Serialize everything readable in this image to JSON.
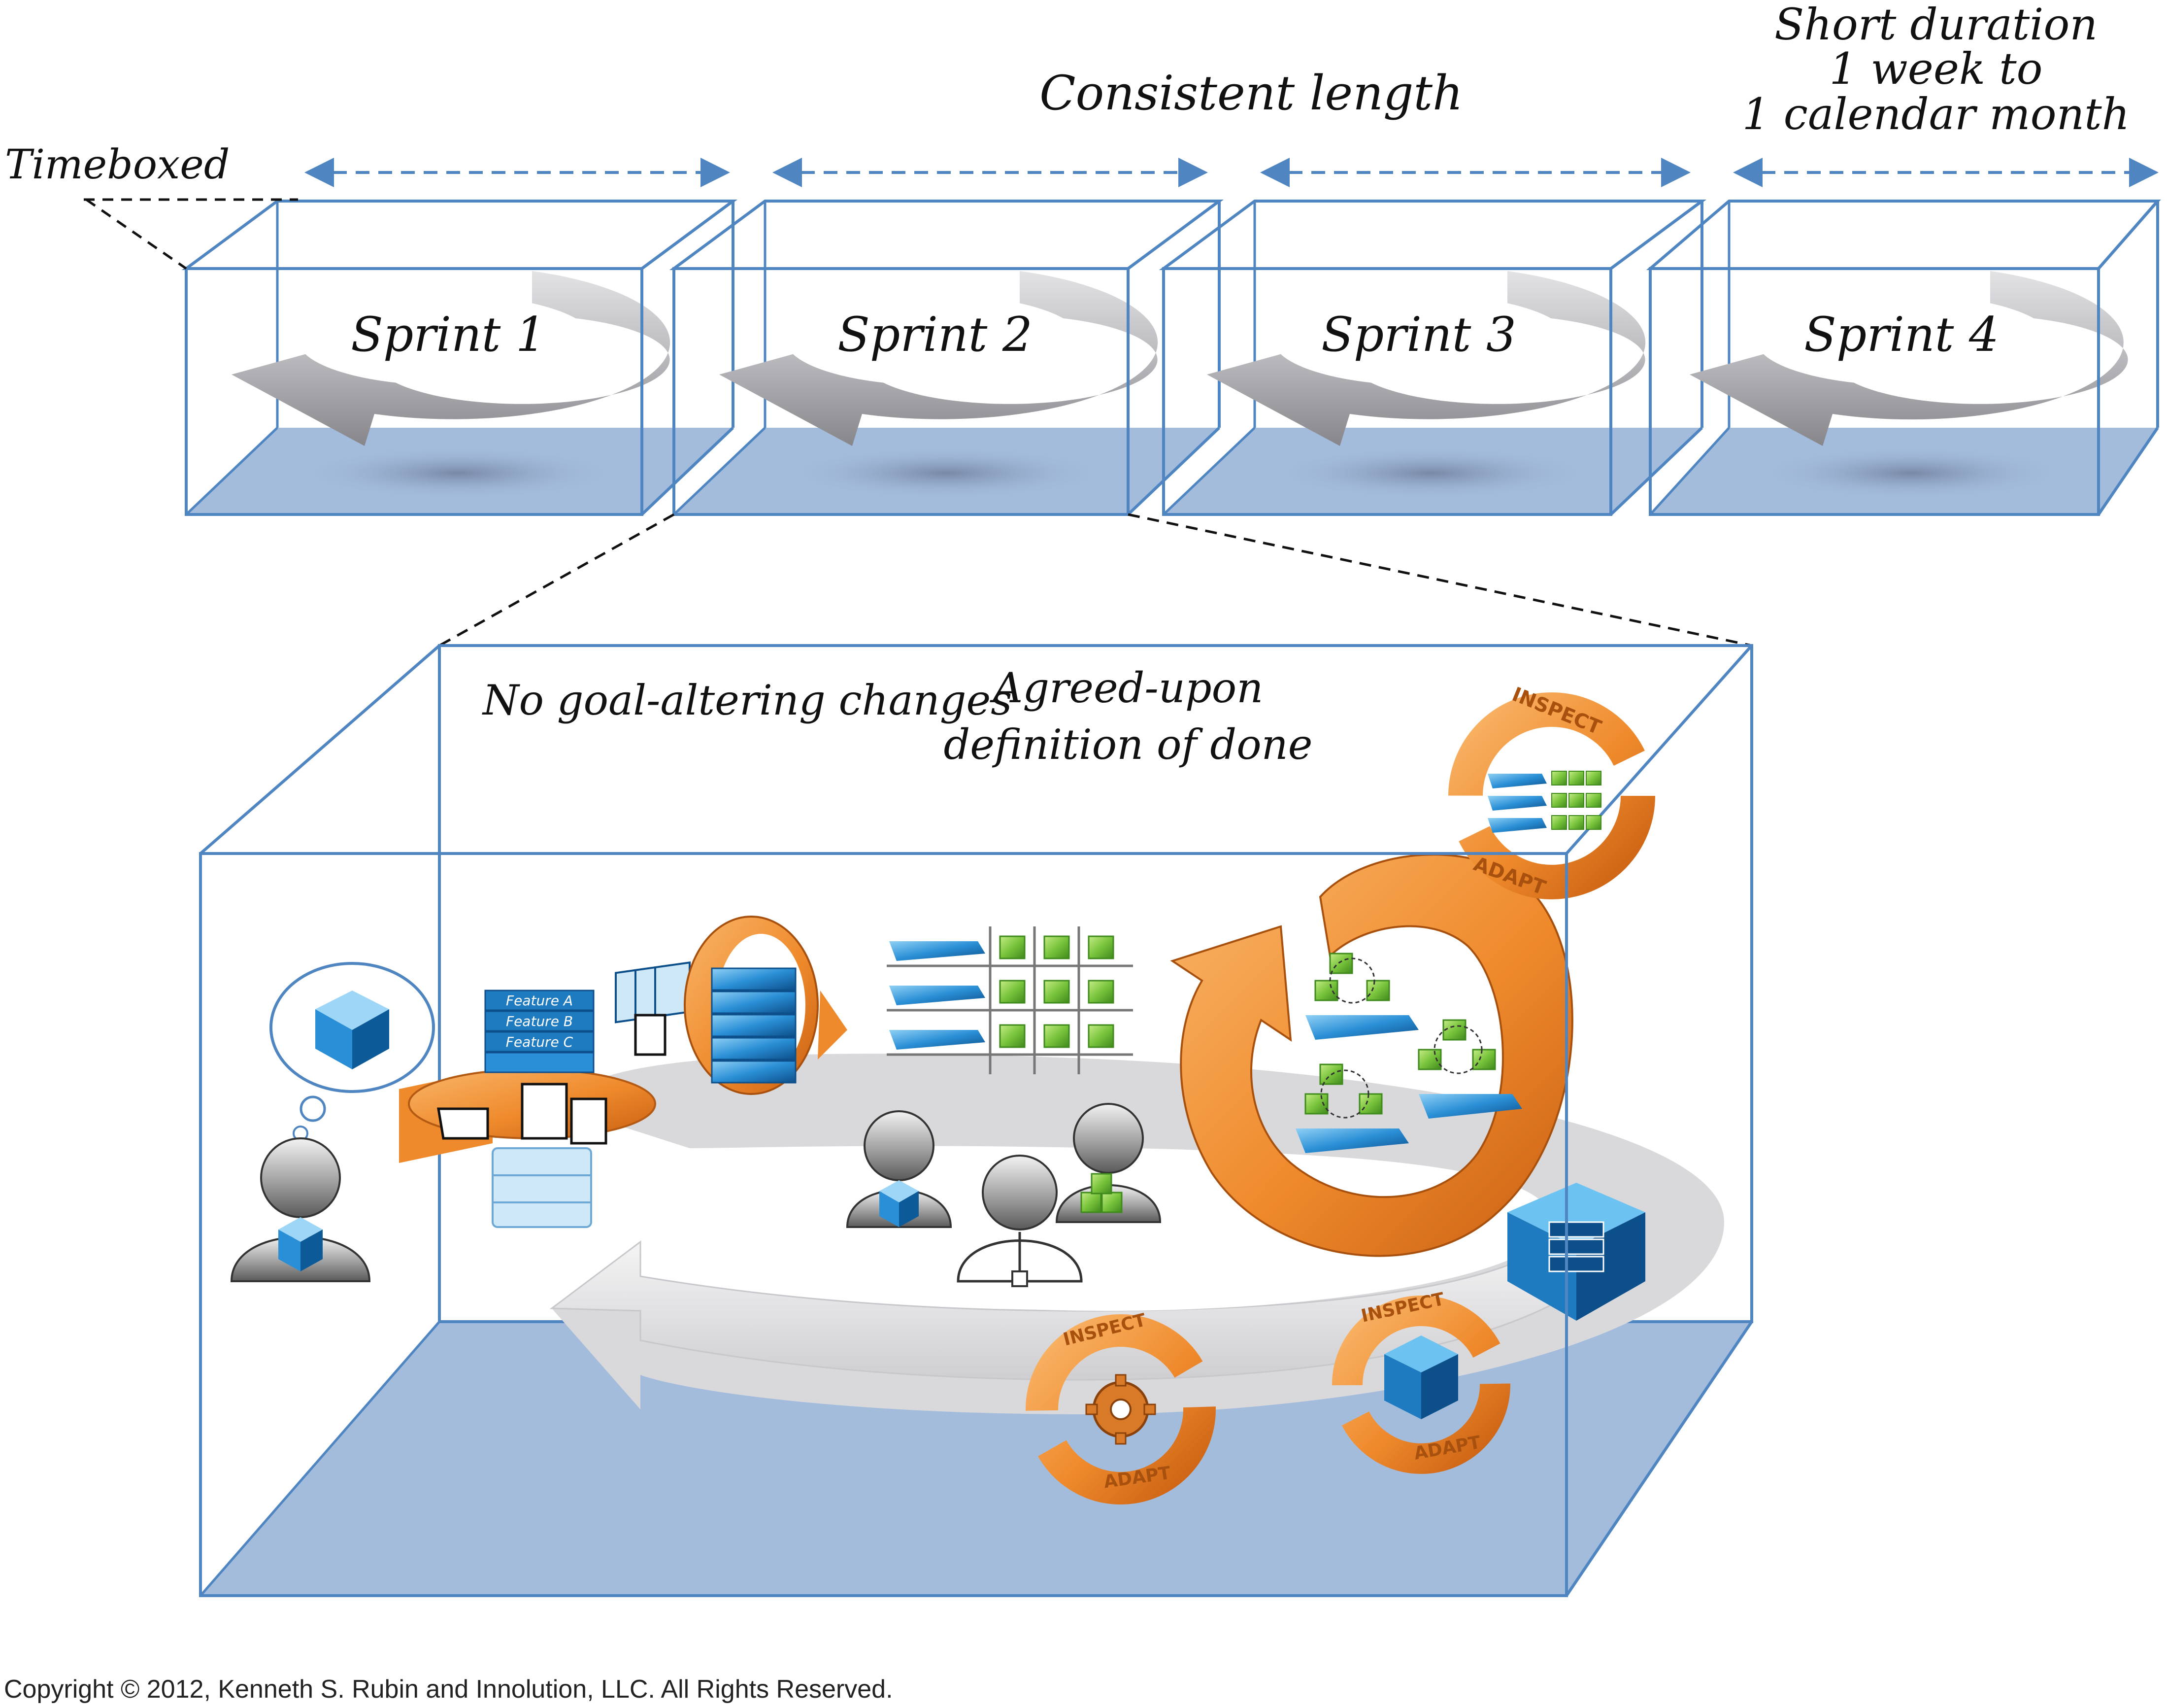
{
  "annotations": {
    "timeboxed": "Timeboxed",
    "consistent_length": "Consistent length",
    "short_duration": [
      "Short duration",
      "1 week to",
      "1 calendar month"
    ],
    "no_goal_altering": "No goal-altering changes",
    "definition_of_done": [
      "Agreed-upon",
      "definition of done"
    ]
  },
  "sprints": [
    {
      "label": "Sprint 1"
    },
    {
      "label": "Sprint 2"
    },
    {
      "label": "Sprint 3"
    },
    {
      "label": "Sprint 4"
    }
  ],
  "backlog_features": [
    "Feature A",
    "Feature B",
    "Feature C"
  ],
  "cycles": {
    "inspect_label": "INSPECT",
    "adapt_label": "ADAPT"
  },
  "colors": {
    "box_edge": "#4f86c1",
    "box_floor": "#a4bcdc",
    "arrow_gray": "#a0a0a4",
    "orange": "#ef8a2c",
    "blue": "#1f7bc0",
    "green": "#6fbf3a"
  },
  "copyright": "Copyright © 2012, Kenneth S. Rubin and Innolution, LLC. All Rights Reserved."
}
